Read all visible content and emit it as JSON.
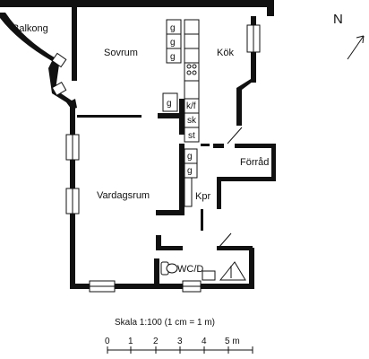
{
  "rooms": {
    "balkong": "Balkong",
    "sovrum": "Sovrum",
    "kok": "Kök",
    "forrad": "Förråd",
    "vardagsrum": "Vardagsrum",
    "kpr": "Kpr",
    "wc": "WC/D"
  },
  "fixtures": {
    "g": "g",
    "kf": "k/f",
    "sk": "sk",
    "st": "st"
  },
  "compass": {
    "north": "N"
  },
  "scale": {
    "caption": "Skala 1:100 (1 cm = 1 m)",
    "ticks": [
      "0",
      "1",
      "2",
      "3",
      "4"
    ],
    "last": "5 m"
  }
}
